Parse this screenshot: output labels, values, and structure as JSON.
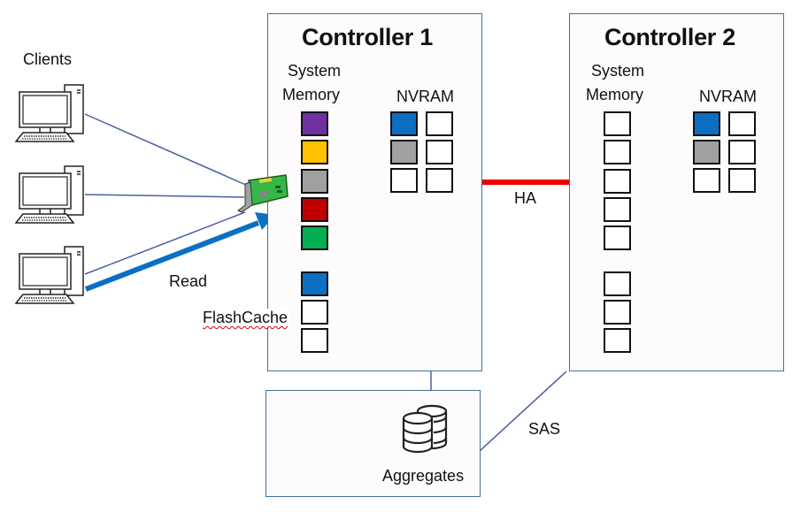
{
  "colors": {
    "box_border": "#41719c",
    "connector": "#4a5fa0",
    "read_arrow": "#0b6fc2",
    "ha_link": "#ee0000",
    "purple": "#7030a0",
    "yellow": "#ffc000",
    "gray": "#a0a0a0",
    "red": "#c00000",
    "green": "#00b050",
    "blue": "#0b6fc2",
    "white": "#ffffff"
  },
  "clients": {
    "label": "Clients",
    "count": 3
  },
  "read_label": "Read",
  "flashcache_label": "FlashCache",
  "ha_label": "HA",
  "sas_label": "SAS",
  "aggregates_label": "Aggregates",
  "controller1": {
    "title": "Controller 1",
    "system_memory_label_1": "System",
    "system_memory_label_2": "Memory",
    "nvram_label": "NVRAM",
    "system_memory_cells": [
      "purple",
      "yellow",
      "gray",
      "red",
      "green"
    ],
    "flashcache_cells": [
      "blue",
      "white",
      "white"
    ],
    "nvram_cells": [
      [
        "blue",
        "white"
      ],
      [
        "gray",
        "white"
      ],
      [
        "white",
        "white"
      ]
    ]
  },
  "controller2": {
    "title": "Controller 2",
    "system_memory_label_1": "System",
    "system_memory_label_2": "Memory",
    "nvram_label": "NVRAM",
    "system_memory_cells": [
      "white",
      "white",
      "white",
      "white",
      "white"
    ],
    "flashcache_cells": [
      "white",
      "white",
      "white"
    ],
    "nvram_cells": [
      [
        "blue",
        "white"
      ],
      [
        "gray",
        "white"
      ],
      [
        "white",
        "white"
      ]
    ]
  }
}
